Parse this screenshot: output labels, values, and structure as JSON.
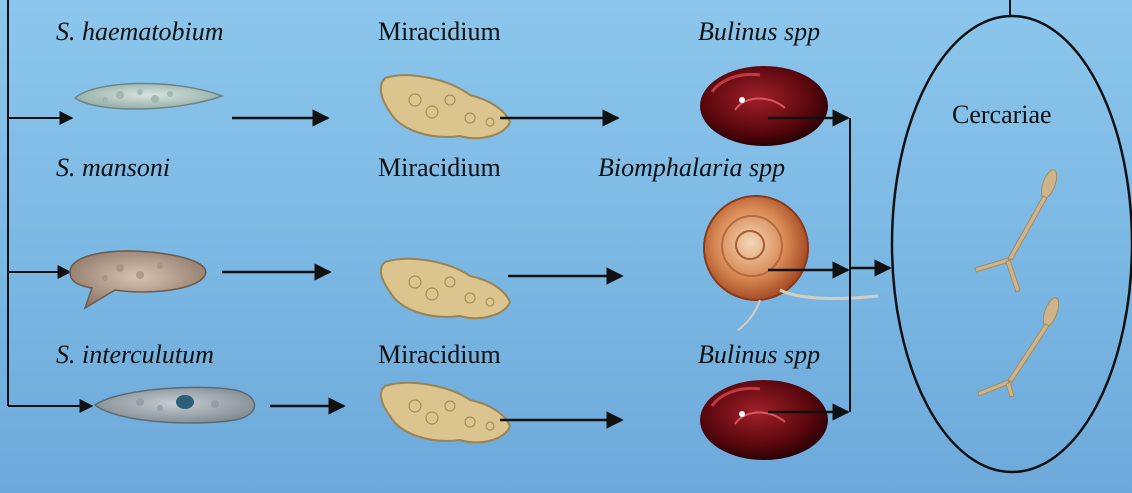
{
  "rows": [
    {
      "species": "S. haematobium",
      "stage": "Miracidium",
      "host": "Bulinus spp"
    },
    {
      "species": "S. mansoni",
      "stage": "Miracidium",
      "host": "Biomphalaria spp"
    },
    {
      "species": "S. interculutum",
      "stage": "Miracidium",
      "host": "Bulinus spp"
    }
  ],
  "outcome": {
    "label": "Cercariae"
  },
  "icons": {
    "egg": "parasite-egg-icon",
    "miracidium": "miracidium-icon",
    "snail": "snail-icon",
    "cercaria": "cercaria-icon"
  },
  "colors": {
    "background": "#7ab7e3",
    "arrow": "#111111",
    "snail_bulinus": "#6b0a10",
    "snail_biomphalaria": "#c8693a",
    "miracidium": "#d9bf86",
    "cercaria": "#cdb48a"
  }
}
